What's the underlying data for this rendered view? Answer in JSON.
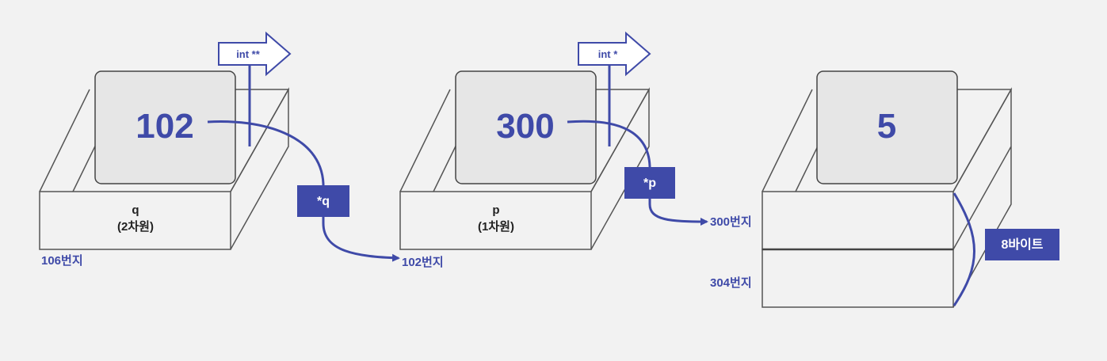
{
  "boxes": {
    "q": {
      "value": "102",
      "name": "q",
      "dim": "(2차원)",
      "address": "106번지",
      "type_tag": "int **",
      "deref": "*q"
    },
    "p": {
      "value": "300",
      "name": "p",
      "dim": "(1차원)",
      "address": "102번지",
      "type_tag": "int *",
      "deref": "*p"
    },
    "target": {
      "value": "5",
      "address_top": "300번지",
      "address_bottom": "304번지",
      "size_label": "8바이트"
    }
  },
  "colors": {
    "accent": "#3f4aa8",
    "outline": "#555555",
    "paper": "#f2f2f2",
    "card": "#e6e6e6"
  }
}
